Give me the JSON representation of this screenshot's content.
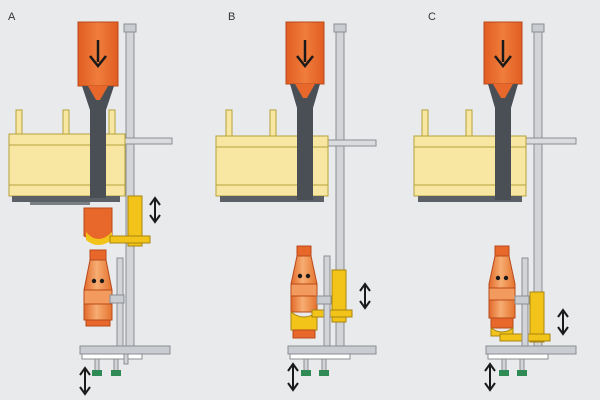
{
  "colors": {
    "background": "#e9eaec",
    "orange": "#e8672a",
    "orange_light": "#f29a5c",
    "dark_gray": "#4a4e55",
    "yellow": "#f7e7a2",
    "yellow_stroke": "#b7a23c",
    "slider_yellow": "#f2c318",
    "steel": "#c9ccd0",
    "steel_stroke": "#8a8d92",
    "black": "#1a1a1a",
    "green": "#2f8a55"
  },
  "icons": {
    "down_arrow": "down-arrow-icon",
    "up_down_arrow": "up-down-arrow-icon"
  },
  "panels": [
    {
      "label": "A"
    },
    {
      "label": "B"
    },
    {
      "label": "C"
    }
  ]
}
